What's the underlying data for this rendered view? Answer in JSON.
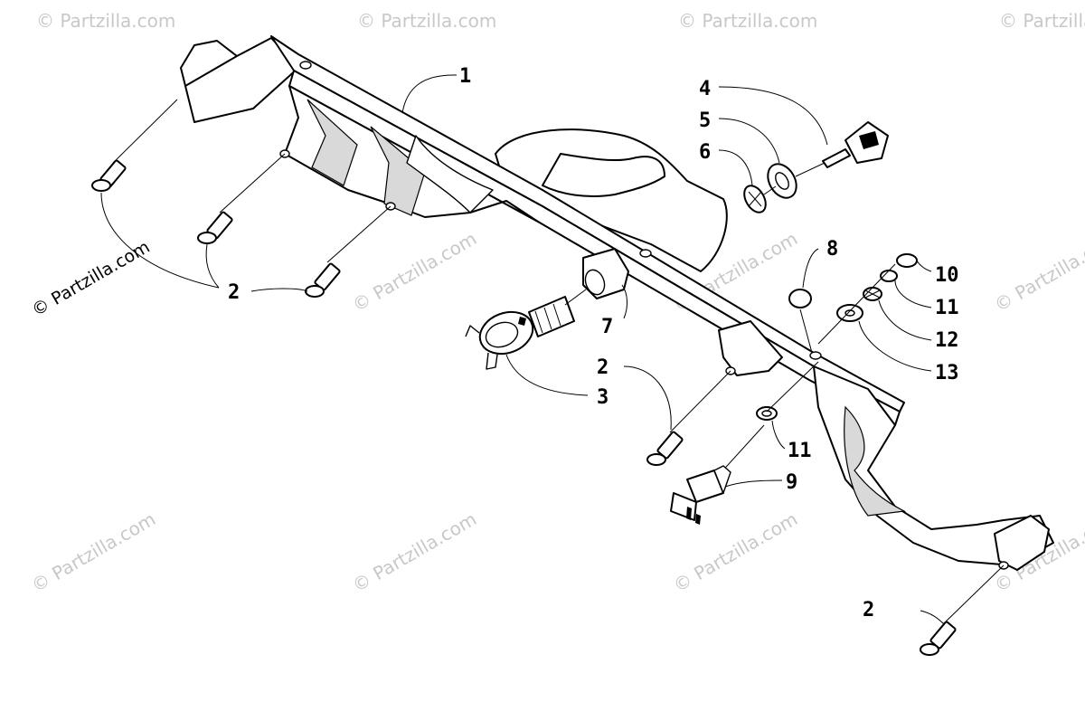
{
  "watermark": {
    "main_text": "© Partzilla.com",
    "faint_text": "© Partzilla.com"
  },
  "callouts": [
    {
      "id": "c1",
      "label": "1"
    },
    {
      "id": "c2a",
      "label": "2"
    },
    {
      "id": "c2b",
      "label": "2"
    },
    {
      "id": "c2c",
      "label": "2"
    },
    {
      "id": "c3",
      "label": "3"
    },
    {
      "id": "c4",
      "label": "4"
    },
    {
      "id": "c5",
      "label": "5"
    },
    {
      "id": "c6",
      "label": "6"
    },
    {
      "id": "c7",
      "label": "7"
    },
    {
      "id": "c8",
      "label": "8"
    },
    {
      "id": "c9",
      "label": "9"
    },
    {
      "id": "c10",
      "label": "10"
    },
    {
      "id": "c11a",
      "label": "11"
    },
    {
      "id": "c11b",
      "label": "11"
    },
    {
      "id": "c12",
      "label": "12"
    },
    {
      "id": "c13",
      "label": "13"
    }
  ]
}
